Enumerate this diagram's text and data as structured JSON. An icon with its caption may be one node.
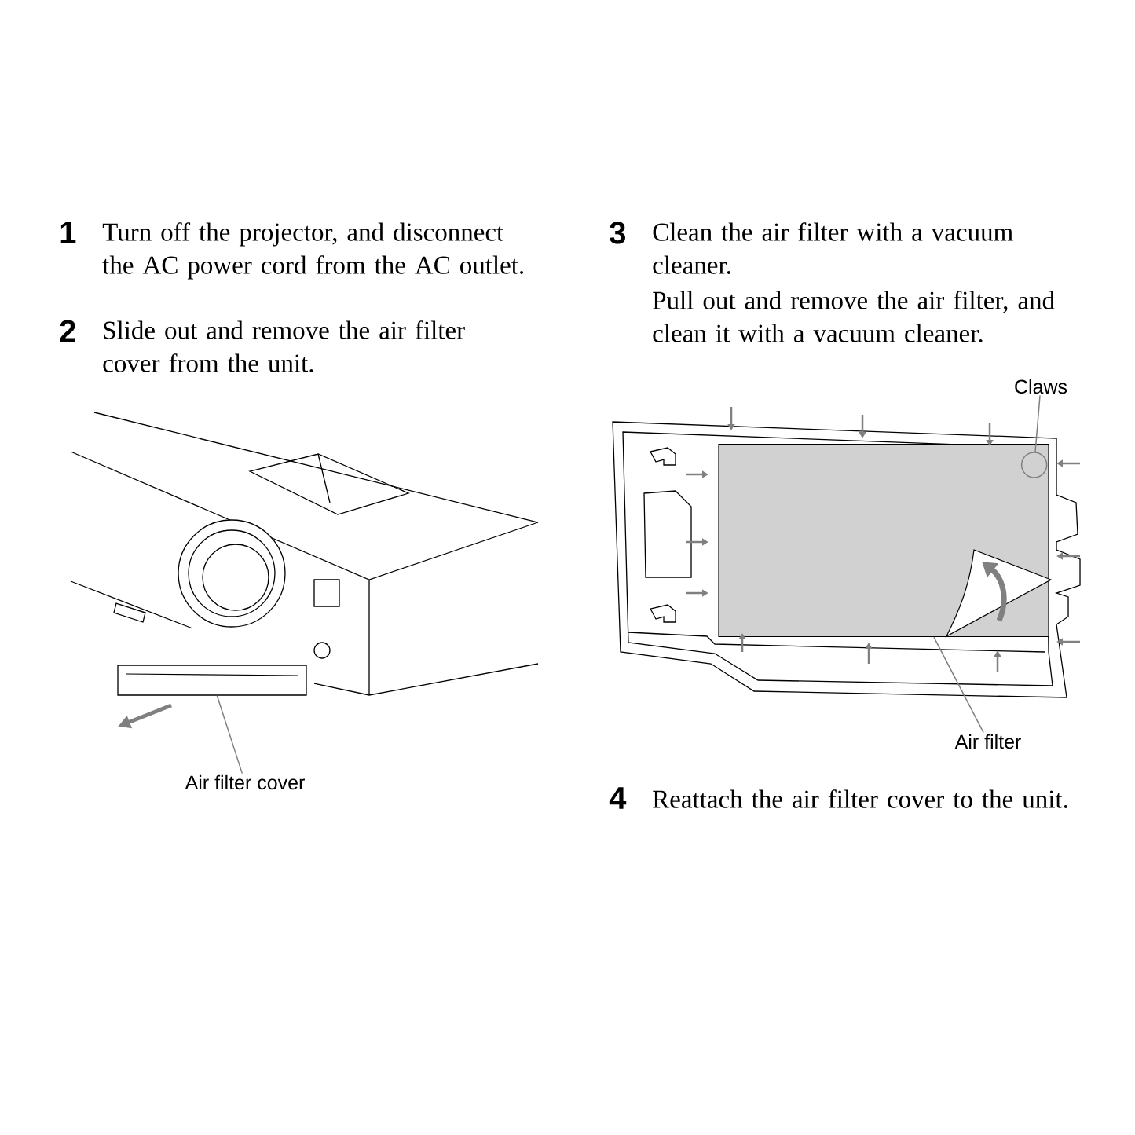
{
  "diagram": {
    "nodes": [
      {
        "text": [
          "Air filter cover"
        ]
      },
      {
        "text": [],
        "shape": "picture"
      },
      {
        "text": [
          "Claws"
        ]
      },
      {
        "text": [],
        "shape": "circle",
        "in": 5
      },
      {
        "text": [
          "Air filter"
        ]
      },
      {
        "text": [],
        "shape": "picture"
      }
    ],
    "edges": [
      {
        "from": 0,
        "to": 1,
        "arrow": "none"
      },
      {
        "from": 2,
        "to": 3,
        "arrow": "none"
      },
      {
        "from": 4,
        "to": 5,
        "arrow": "none"
      }
    ],
    "labels": [
      "1",
      "Turn off the projector, and disconnect the AC power cord from the AC outlet.",
      "2",
      "Slide out and remove the air filter cover from the unit.",
      "3",
      "Clean the air filter with a vacuum cleaner.",
      "Pull out and remove the air filter, and clean it with a vacuum cleaner.",
      "4",
      "Reattach the air filter cover to the unit."
    ]
  }
}
